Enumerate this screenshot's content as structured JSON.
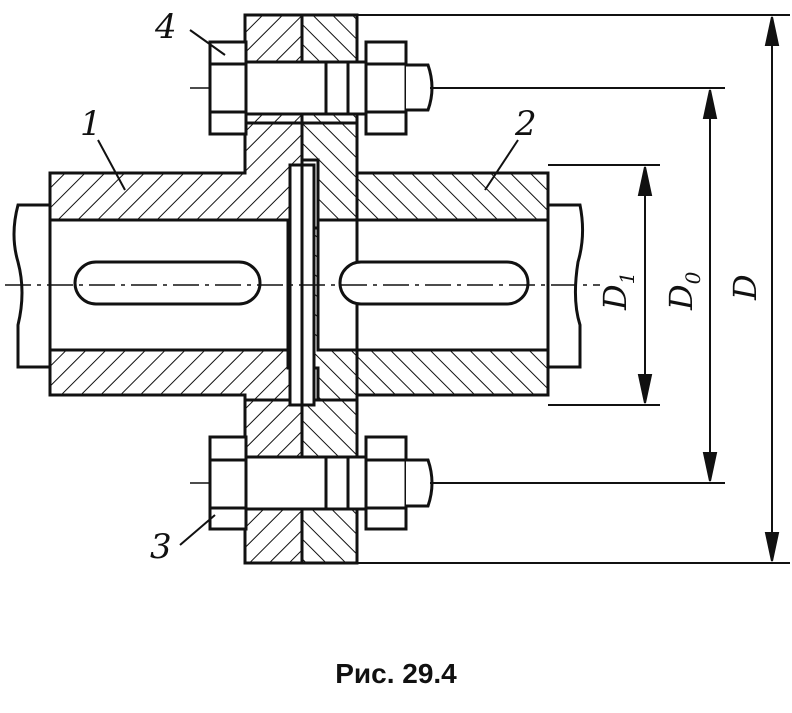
{
  "labels": {
    "part1": "1",
    "part2": "2",
    "part3": "3",
    "part4": "4"
  },
  "dimensions": {
    "d1": {
      "letter": "D",
      "sub": "1"
    },
    "d0": {
      "letter": "D",
      "sub": "0"
    },
    "d": {
      "letter": "D"
    }
  },
  "caption": "Рис. 29.4",
  "colors": {
    "ink": "#111111",
    "paper": "#ffffff"
  }
}
